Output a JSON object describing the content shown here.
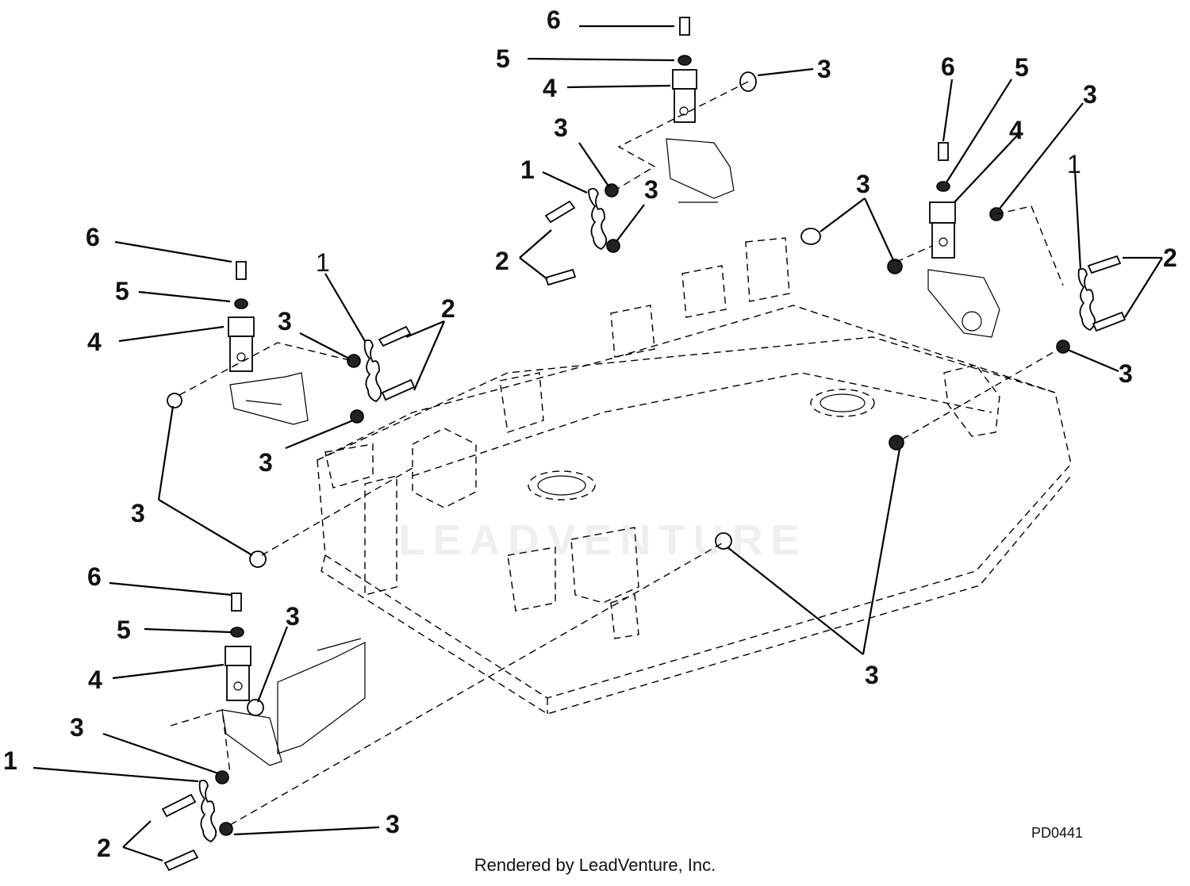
{
  "diagram": {
    "drawing_code": "PD0441",
    "footer": "Rendered by LeadVenture, Inc.",
    "watermark": "LEADVENTURE",
    "callouts": {
      "c1": "1",
      "c2": "2",
      "c3": "3",
      "c4": "4",
      "c5": "5",
      "c6": "6"
    }
  }
}
